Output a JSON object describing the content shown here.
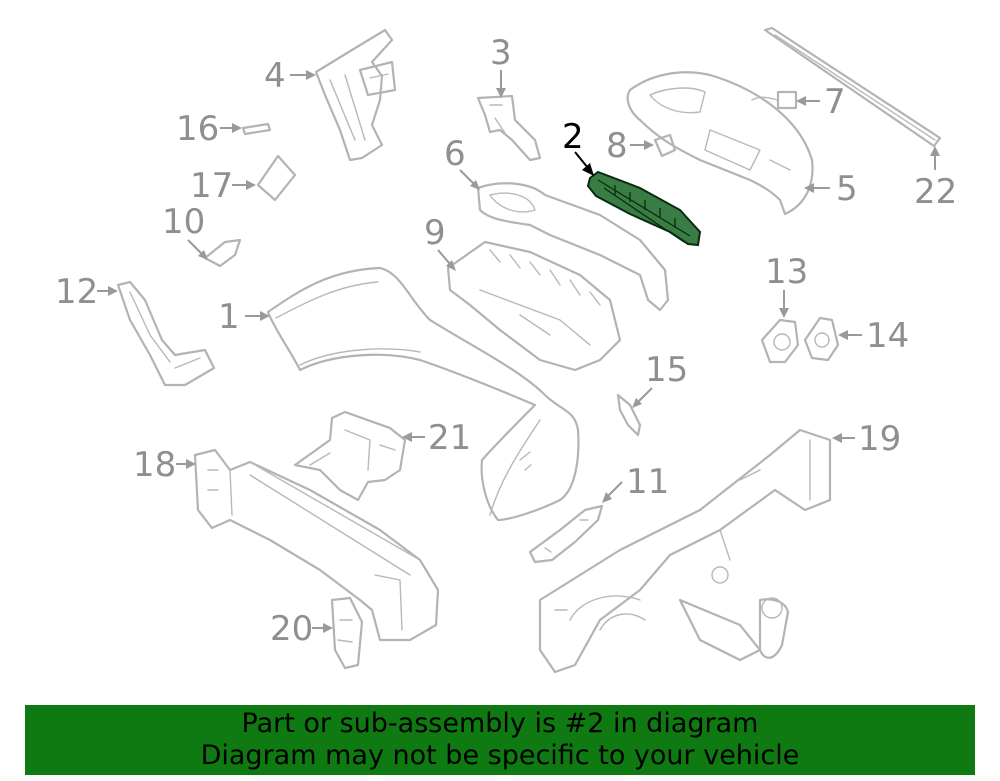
{
  "diagram": {
    "highlighted_part": "2",
    "callouts": [
      "1",
      "2",
      "3",
      "4",
      "5",
      "6",
      "7",
      "8",
      "9",
      "10",
      "11",
      "12",
      "13",
      "14",
      "15",
      "16",
      "17",
      "18",
      "19",
      "20",
      "21",
      "22"
    ]
  },
  "banner": {
    "line1": "Part or sub-assembly is #2 in diagram",
    "line2": "Diagram may not be specific to your vehicle",
    "background_color": "#0f7a12"
  },
  "colors": {
    "part_line": "#b3b3b3",
    "callout_text": "#8f8f8f",
    "highlight_fill": "#3a7d44",
    "highlight_text": "#000000"
  }
}
